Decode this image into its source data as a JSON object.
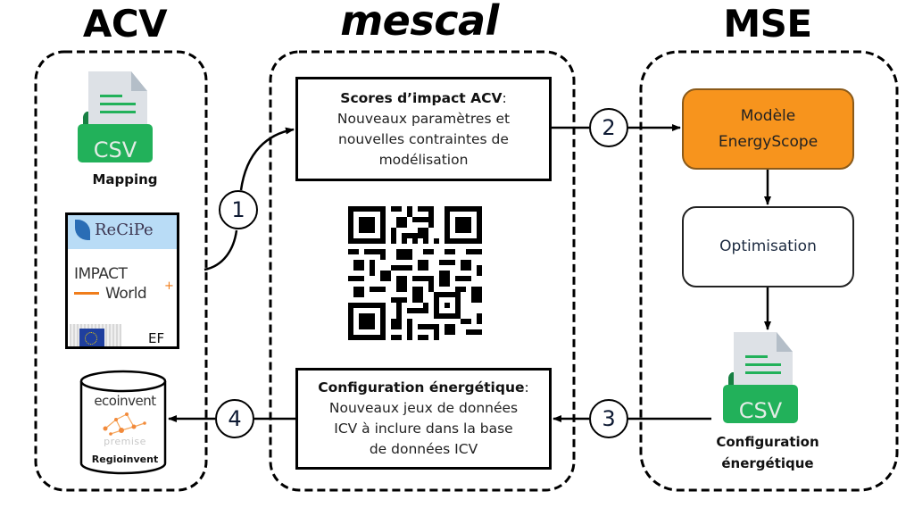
{
  "columns": {
    "acv": {
      "title": "ACV"
    },
    "mescal": {
      "title": "mescal"
    },
    "mse": {
      "title": "MSE"
    }
  },
  "acv": {
    "mapping_file": {
      "icon": "csv-file-icon",
      "badge": "CSV",
      "label": "Mapping"
    },
    "methods": {
      "recipe": "ReCiPe",
      "impact_world_line1": "IMPACT",
      "impact_world_line2": "World",
      "impact_world_plus": "+",
      "ef": "EF"
    },
    "database": {
      "icon": "database-cylinder-icon",
      "ecoinvent": "ecoinvent",
      "premise": "premise",
      "regioinvent": "Regioinvent"
    }
  },
  "mescal": {
    "scores_box": {
      "title": "Scores d’impact ACV",
      "title_suffix": ":",
      "lines": [
        "Nouveaux paramètres et",
        "nouvelles contraintes de",
        "modélisation"
      ]
    },
    "qr_code": {
      "icon": "qr-code-icon"
    },
    "config_box": {
      "title": "Configuration énergétique",
      "title_suffix": ":",
      "lines": [
        "Nouveaux jeux de données",
        "ICV à inclure dans la base",
        "de données ICV"
      ]
    }
  },
  "mse": {
    "model_box": {
      "line1": "Modèle",
      "line2": "EnergyScope",
      "color": "#f7941d"
    },
    "optim_box": {
      "label": "Optimisation"
    },
    "output_file": {
      "icon": "csv-file-icon",
      "badge": "CSV",
      "label_line1": "Configuration",
      "label_line2": "énergétique"
    }
  },
  "steps": [
    "1",
    "2",
    "3",
    "4"
  ],
  "colors": {
    "csv_green": "#22b15a",
    "csv_green_dark": "#178043",
    "csv_paper": "#dde1e6",
    "model_orange": "#f7941d",
    "recipe_blue": "#b9dcf6"
  }
}
